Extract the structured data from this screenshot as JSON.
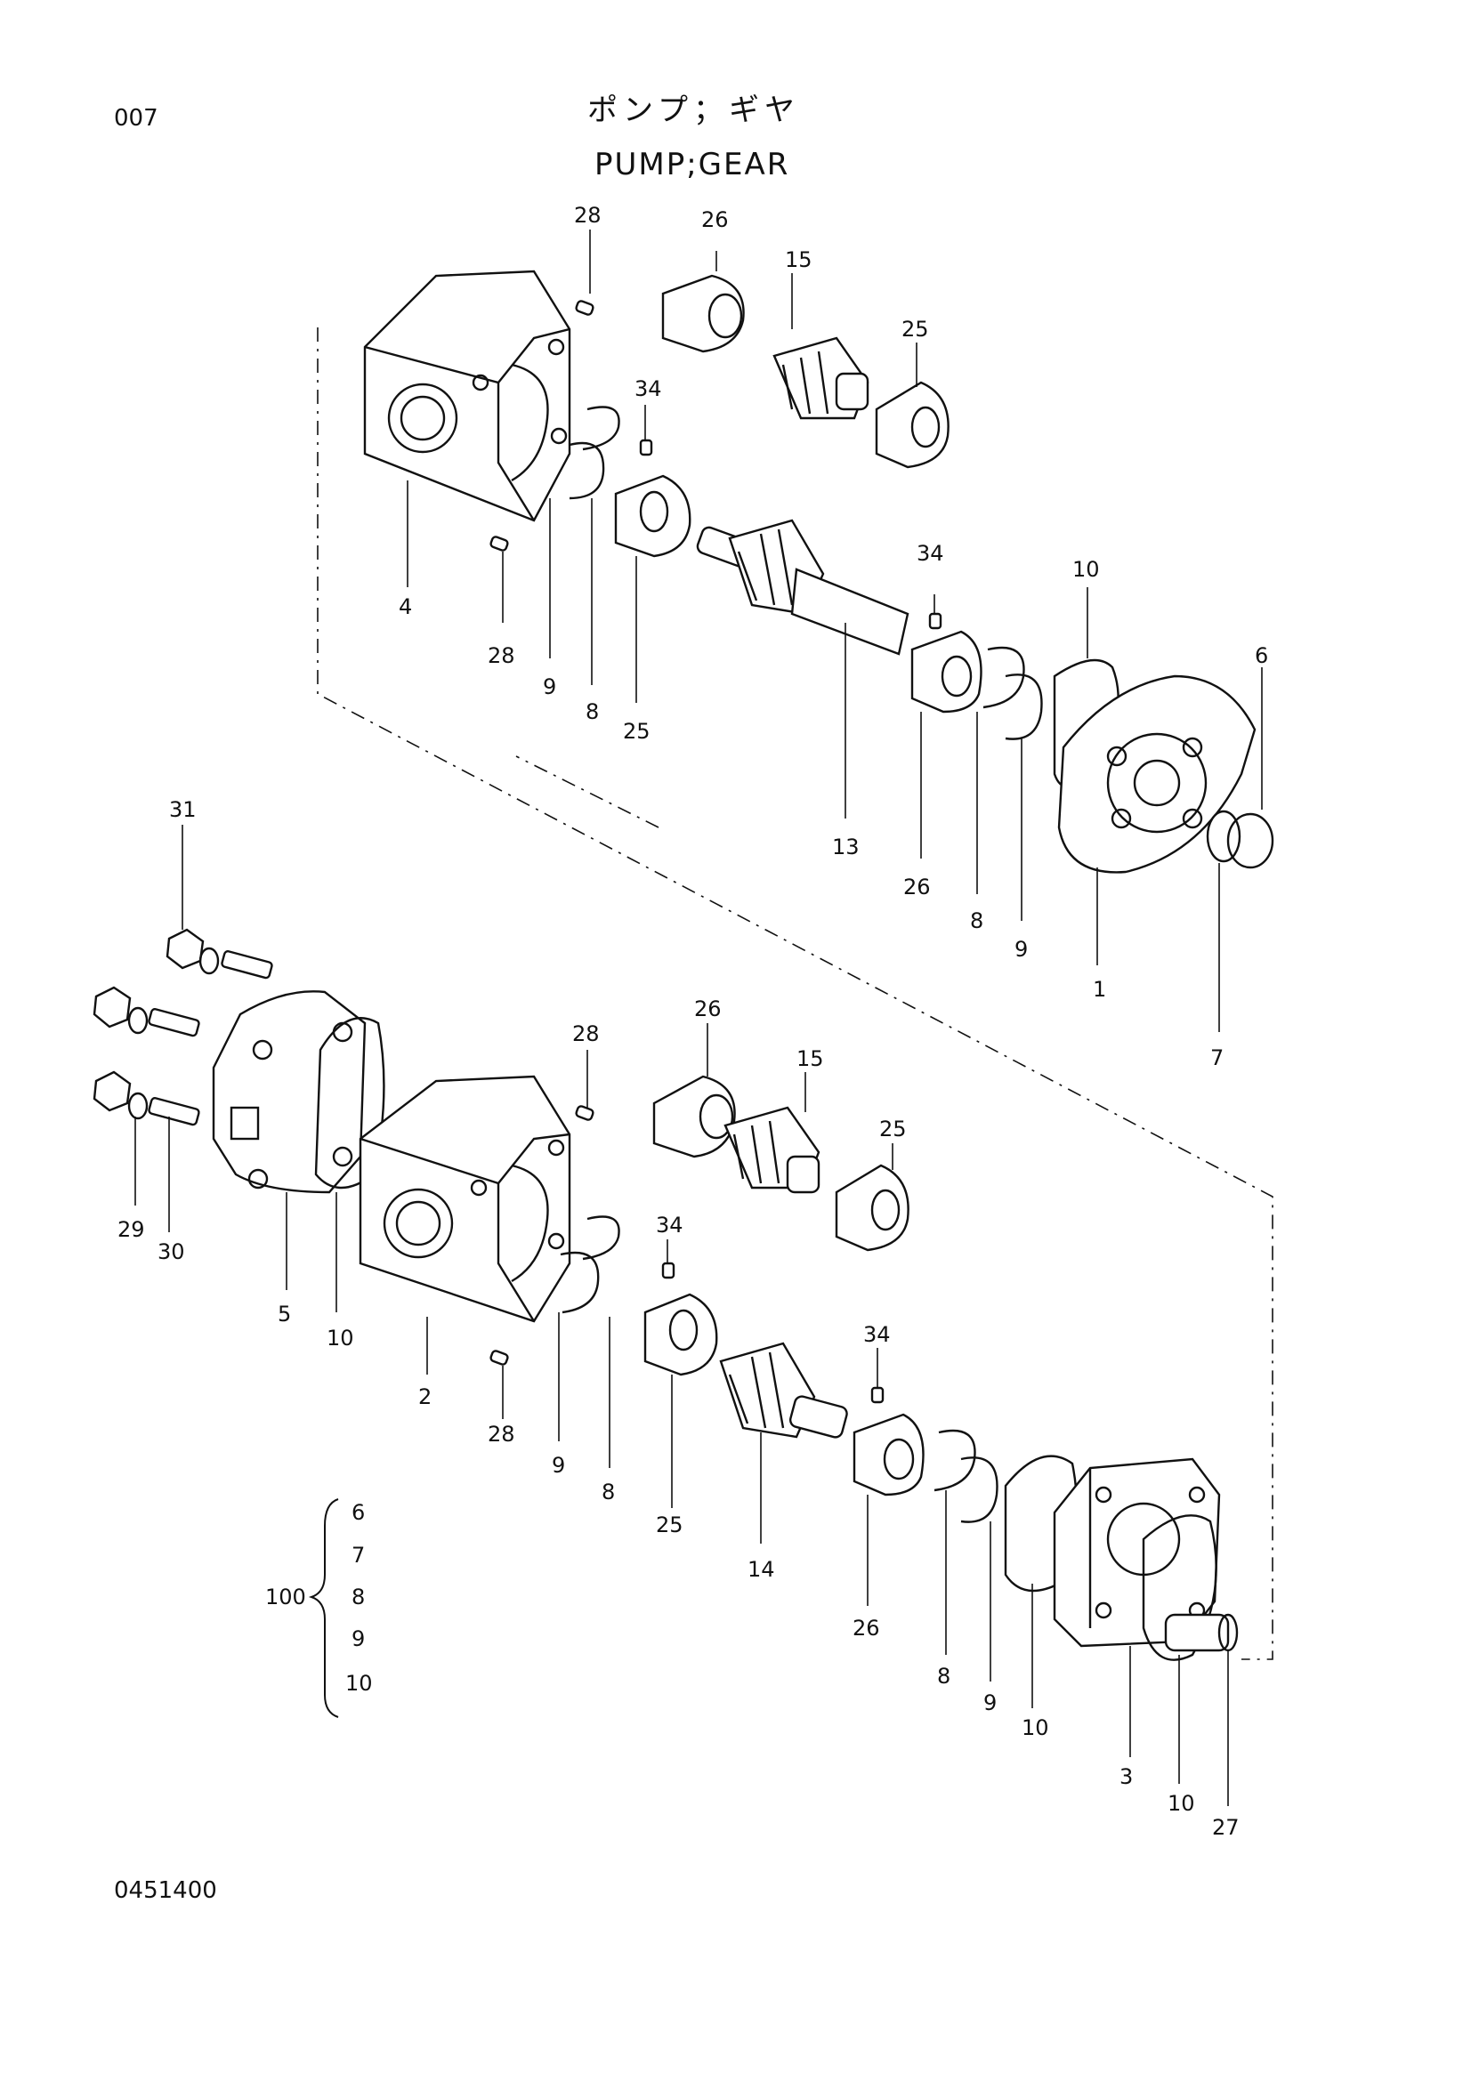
{
  "header": {
    "page_code": "007",
    "title_jp": "ポンプ；ギヤ",
    "title_en": "PUMP;GEAR"
  },
  "footer": {
    "drawing_no": "0451400"
  },
  "callouts_upper": {
    "c28a": "28",
    "c26a": "26",
    "c15": "15",
    "c25a": "25",
    "c34a": "34",
    "c4": "4",
    "c28b": "28",
    "c9a": "9",
    "c8a": "8",
    "c25b": "25",
    "c34b": "34",
    "c10": "10",
    "c6": "6",
    "c13": "13",
    "c26b": "26",
    "c8b": "8",
    "c9b": "9",
    "c1": "1",
    "c7": "7"
  },
  "callouts_lower": {
    "c31": "31",
    "c28a": "28",
    "c26a": "26",
    "c15": "15",
    "c25a": "25",
    "c34a": "34",
    "c29": "29",
    "c30": "30",
    "c5": "5",
    "c10a": "10",
    "c2": "2",
    "c28b": "28",
    "c9a": "9",
    "c8a": "8",
    "c25b": "25",
    "c14": "14",
    "c34b": "34",
    "c26b": "26",
    "c8b": "8",
    "c9b": "9",
    "c10b": "10",
    "c3": "3",
    "c10c": "10",
    "c27": "27"
  },
  "kit": {
    "number": "100",
    "items": [
      "6",
      "7",
      "8",
      "9",
      "10"
    ]
  }
}
